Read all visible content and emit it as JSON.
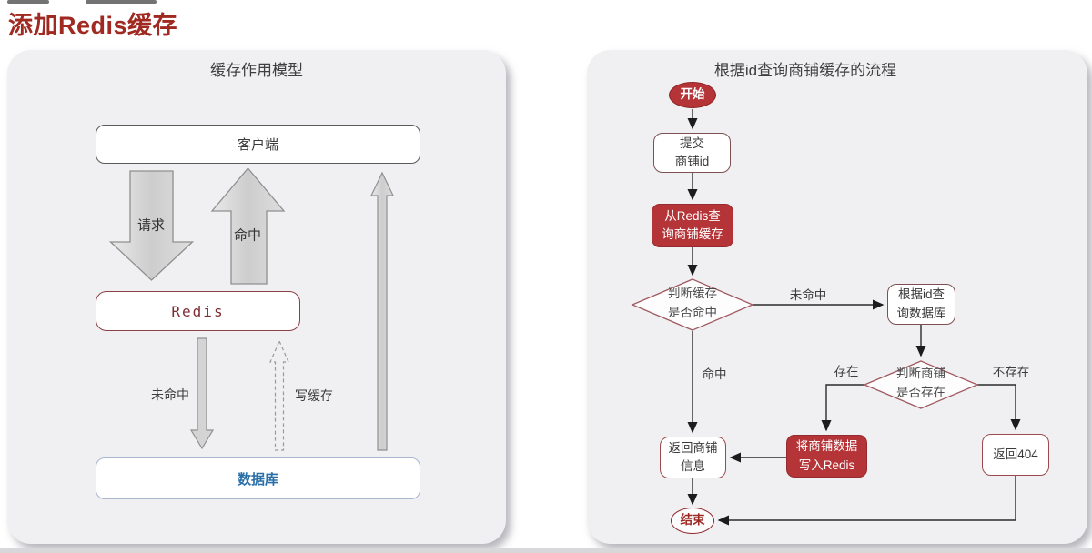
{
  "page": {
    "title": "添加Redis缓存"
  },
  "colors": {
    "accent_red": "#b53438",
    "title_red": "#a02a22",
    "database_blue": "#2a6fa8",
    "panel_bg": "#f0f0f2"
  },
  "left_panel": {
    "title": "缓存作用模型",
    "client_label": "客户端",
    "redis_label": "Redis",
    "database_label": "数据库",
    "request_label": "请求",
    "hit_label": "命中",
    "miss_label": "未命中",
    "write_cache_label": "写缓存"
  },
  "right_panel": {
    "title": "根据id查询商铺缓存的流程",
    "start_label": "开始",
    "submit_line1": "提交",
    "submit_line2": "商铺id",
    "redis_query_line1": "从Redis查",
    "redis_query_line2": "询商铺缓存",
    "cache_hit_line1": "判断缓存",
    "cache_hit_line2": "是否命中",
    "db_query_line1": "根据id查",
    "db_query_line2": "询数据库",
    "shop_exists_line1": "判断商铺",
    "shop_exists_line2": "是否存在",
    "write_redis_line1": "将商铺数据",
    "write_redis_line2": "写入Redis",
    "return_shop_line1": "返回商铺",
    "return_shop_line2": "信息",
    "return_404_label": "返回404",
    "end_label": "结束",
    "edge_miss": "未命中",
    "edge_hit": "命中",
    "edge_exists": "存在",
    "edge_not_exists": "不存在"
  }
}
